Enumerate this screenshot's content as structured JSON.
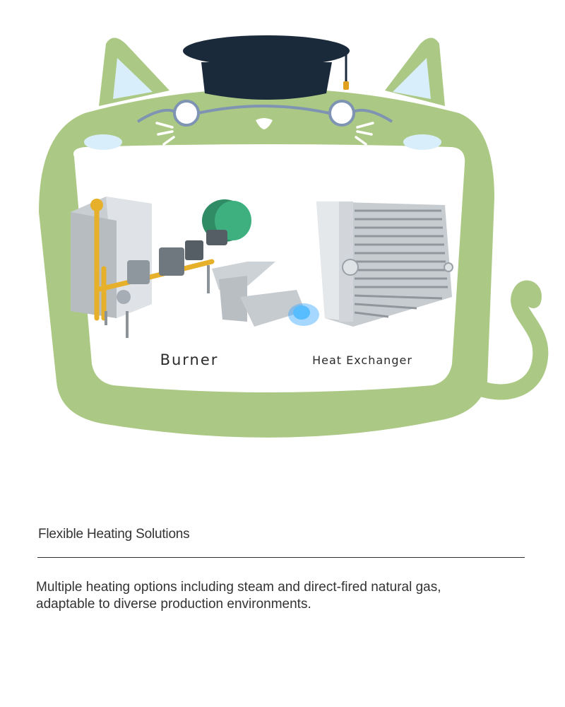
{
  "hero": {
    "labels": {
      "burner": "Burner",
      "heat_exchanger": "Heat Exchanger"
    },
    "colors": {
      "cat_body": "#abc984",
      "cat_ear_inner": "#d9eefb",
      "cat_cheek": "#d9eefb",
      "graduation_cap": "#1b2a3a",
      "tassel": "#e0a21e",
      "glasses": "#7f93b3",
      "flame": "#3aa9ff"
    },
    "icons": [
      "cat-frame-icon",
      "graduation-cap-icon",
      "glasses-icon",
      "burner-icon",
      "heat-exchanger-icon"
    ]
  },
  "section": {
    "title": "Flexible Heating Solutions",
    "description_lines": [
      "Multiple heating options including steam and direct-fired natural gas,",
      "adaptable to diverse production environments."
    ]
  }
}
